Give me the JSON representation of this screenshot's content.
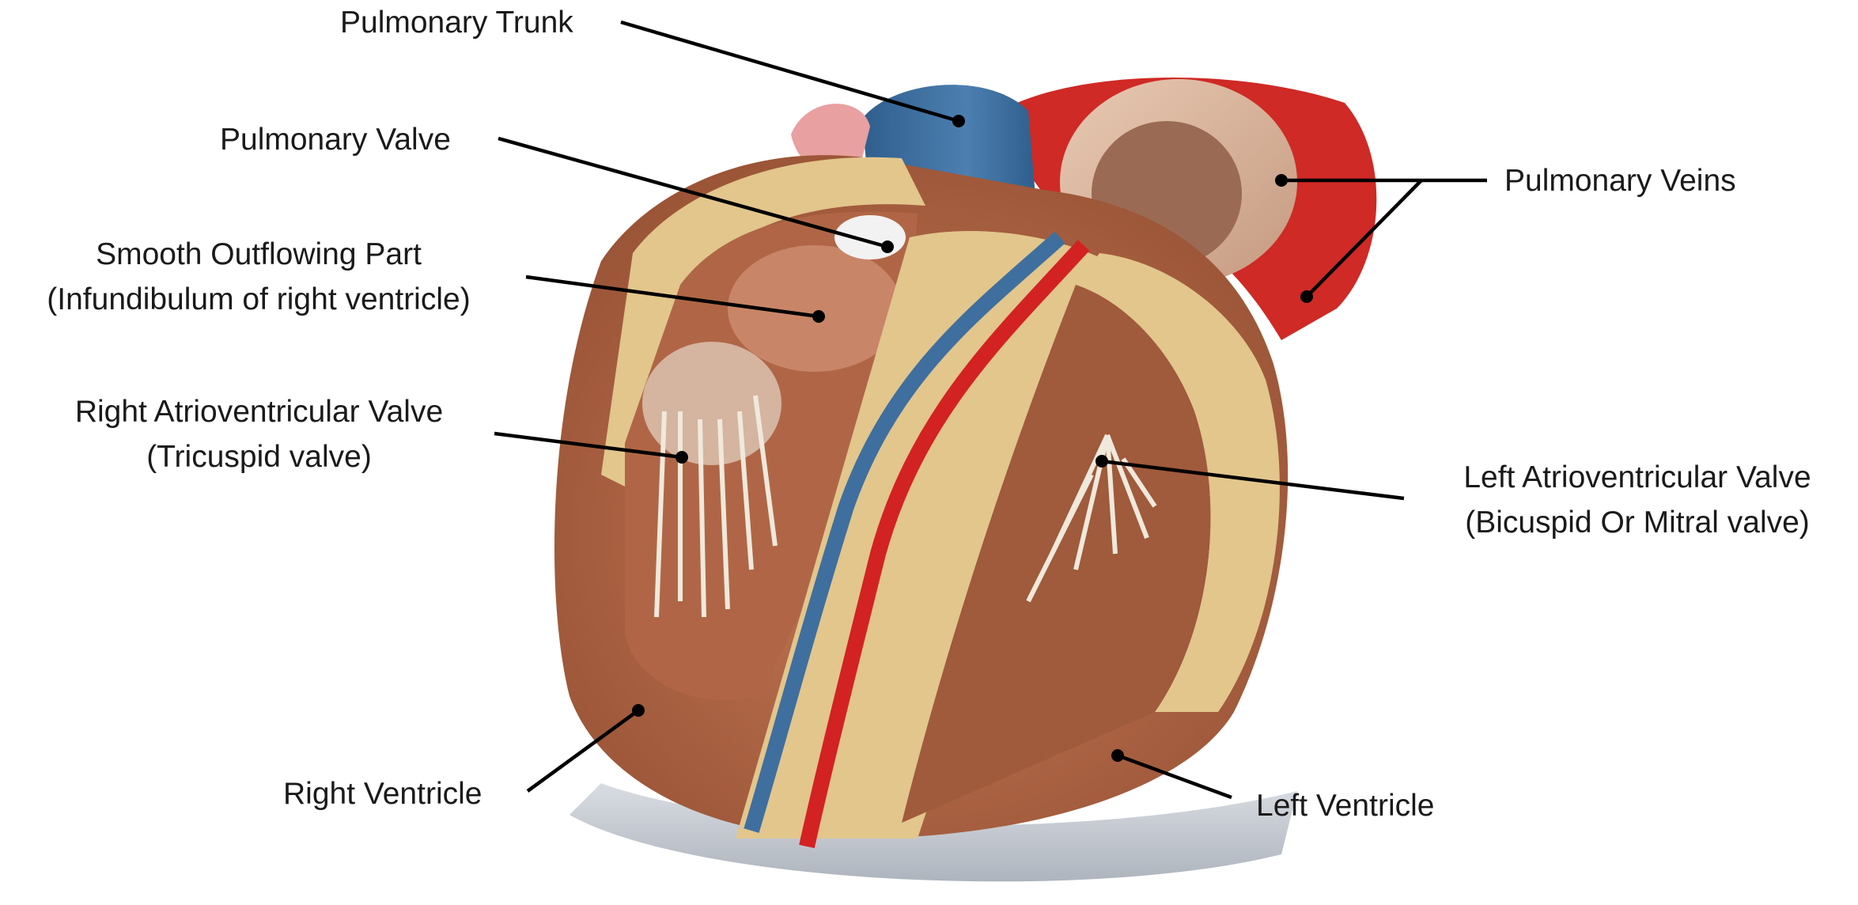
{
  "colors": {
    "background": "#ffffff",
    "muscle": "#b9694a",
    "muscle_dark": "#8e4a30",
    "fat": "#e6cf98",
    "vein_blue": "#3f6f9e",
    "artery_red": "#d32222",
    "valve_white": "#ece6da",
    "leader_line": "#000000"
  },
  "labels": {
    "pulmonary_trunk": {
      "lines": [
        "Pulmonary Trunk"
      ]
    },
    "pulmonary_valve": {
      "lines": [
        "Pulmonary Valve"
      ]
    },
    "smooth_outflowing_part": {
      "lines": [
        "Smooth Outflowing Part",
        "(Infundibulum of right ventricle)"
      ]
    },
    "right_av_valve": {
      "lines": [
        "Right Atrioventricular Valve",
        "(Tricuspid valve)"
      ]
    },
    "right_ventricle": {
      "lines": [
        "Right Ventricle"
      ]
    },
    "pulmonary_veins": {
      "lines": [
        "Pulmonary Veins"
      ]
    },
    "left_av_valve": {
      "lines": [
        "Left Atrioventricular Valve",
        "(Bicuspid Or Mitral valve)"
      ]
    },
    "left_ventricle": {
      "lines": [
        "Left Ventricle"
      ]
    }
  }
}
